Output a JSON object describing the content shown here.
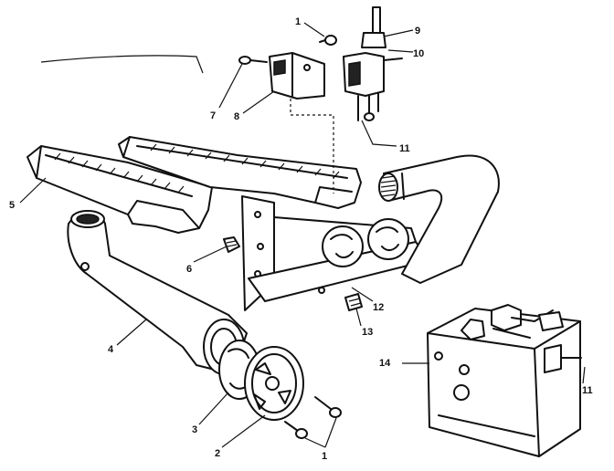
{
  "callouts": {
    "c1a": "1",
    "c1b": "1",
    "c2": "2",
    "c3": "3",
    "c4": "4",
    "c5": "5",
    "c6": "6",
    "c7": "7",
    "c8": "8",
    "c9": "9",
    "c10": "10",
    "c11a": "11",
    "c11b": "11",
    "c12": "12",
    "c13": "13",
    "c14": "14"
  },
  "colors": {
    "ink": "#111111",
    "paper": "#ffffff"
  }
}
